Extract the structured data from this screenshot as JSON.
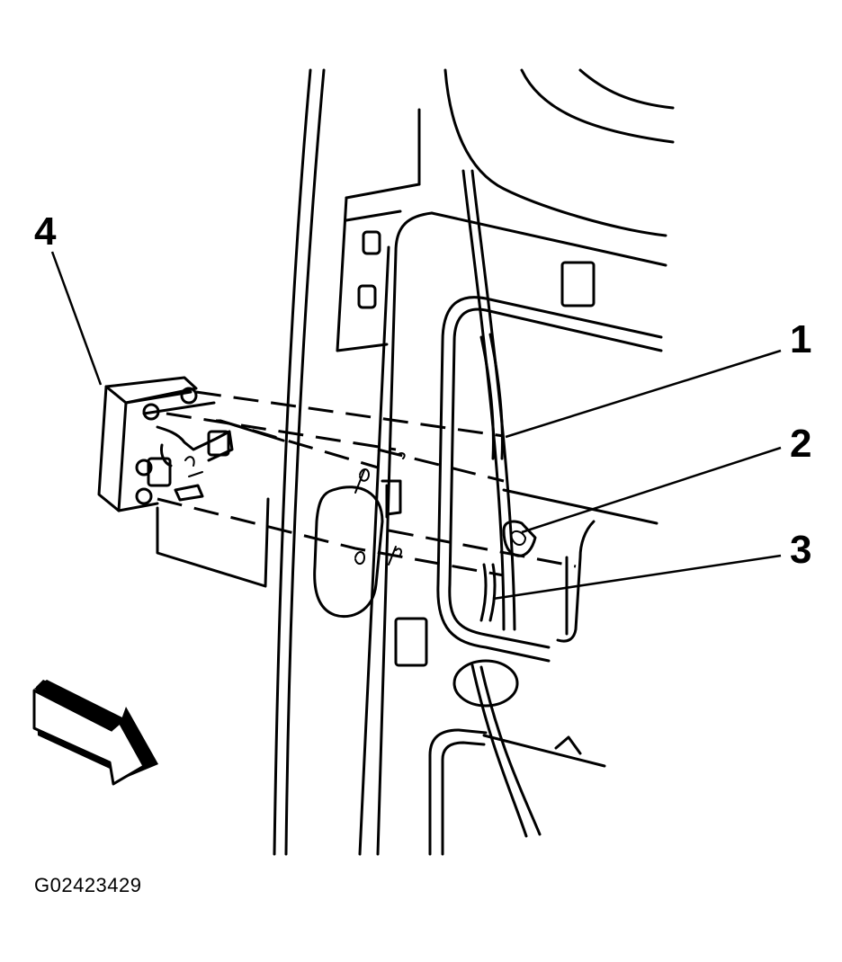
{
  "figure_id": "G02423429",
  "callouts": [
    {
      "label": "1",
      "part": "harness-clip"
    },
    {
      "label": "2",
      "part": "grommet"
    },
    {
      "label": "3",
      "part": "wire-harness"
    },
    {
      "label": "4",
      "part": "switch-assembly"
    }
  ],
  "icons": {
    "view_arrow": "view-direction-arrow-icon"
  }
}
